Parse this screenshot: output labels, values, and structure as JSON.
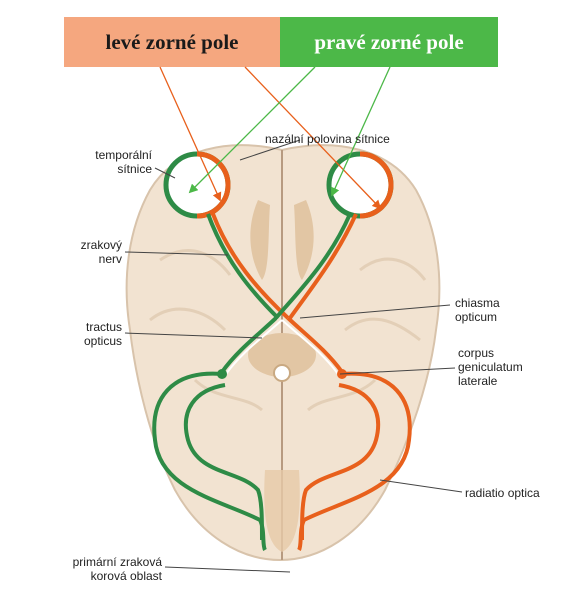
{
  "fields": {
    "left": "levé zorné pole",
    "right": "pravé zorné pole"
  },
  "labels": {
    "temporal_retina": "temporální\nsítnice",
    "nasal_retina": "nazální polovina sítnice",
    "optic_nerve": "zrakový\nnerv",
    "chiasm": "chiasma\nopticum",
    "optic_tract": "tractus\nopticus",
    "lgn": "corpus\ngeniculatum\nlaterale",
    "radiation": "radiatio optica",
    "visual_cortex": "primární zraková\nkorová oblast"
  },
  "colors": {
    "left_field": "#f5a77f",
    "right_field": "#4cb848",
    "left_pathway": "#e8601c",
    "right_pathway": "#2e8b46",
    "brain": "#f2e3d1",
    "brain_outline": "#d8c3ab"
  }
}
